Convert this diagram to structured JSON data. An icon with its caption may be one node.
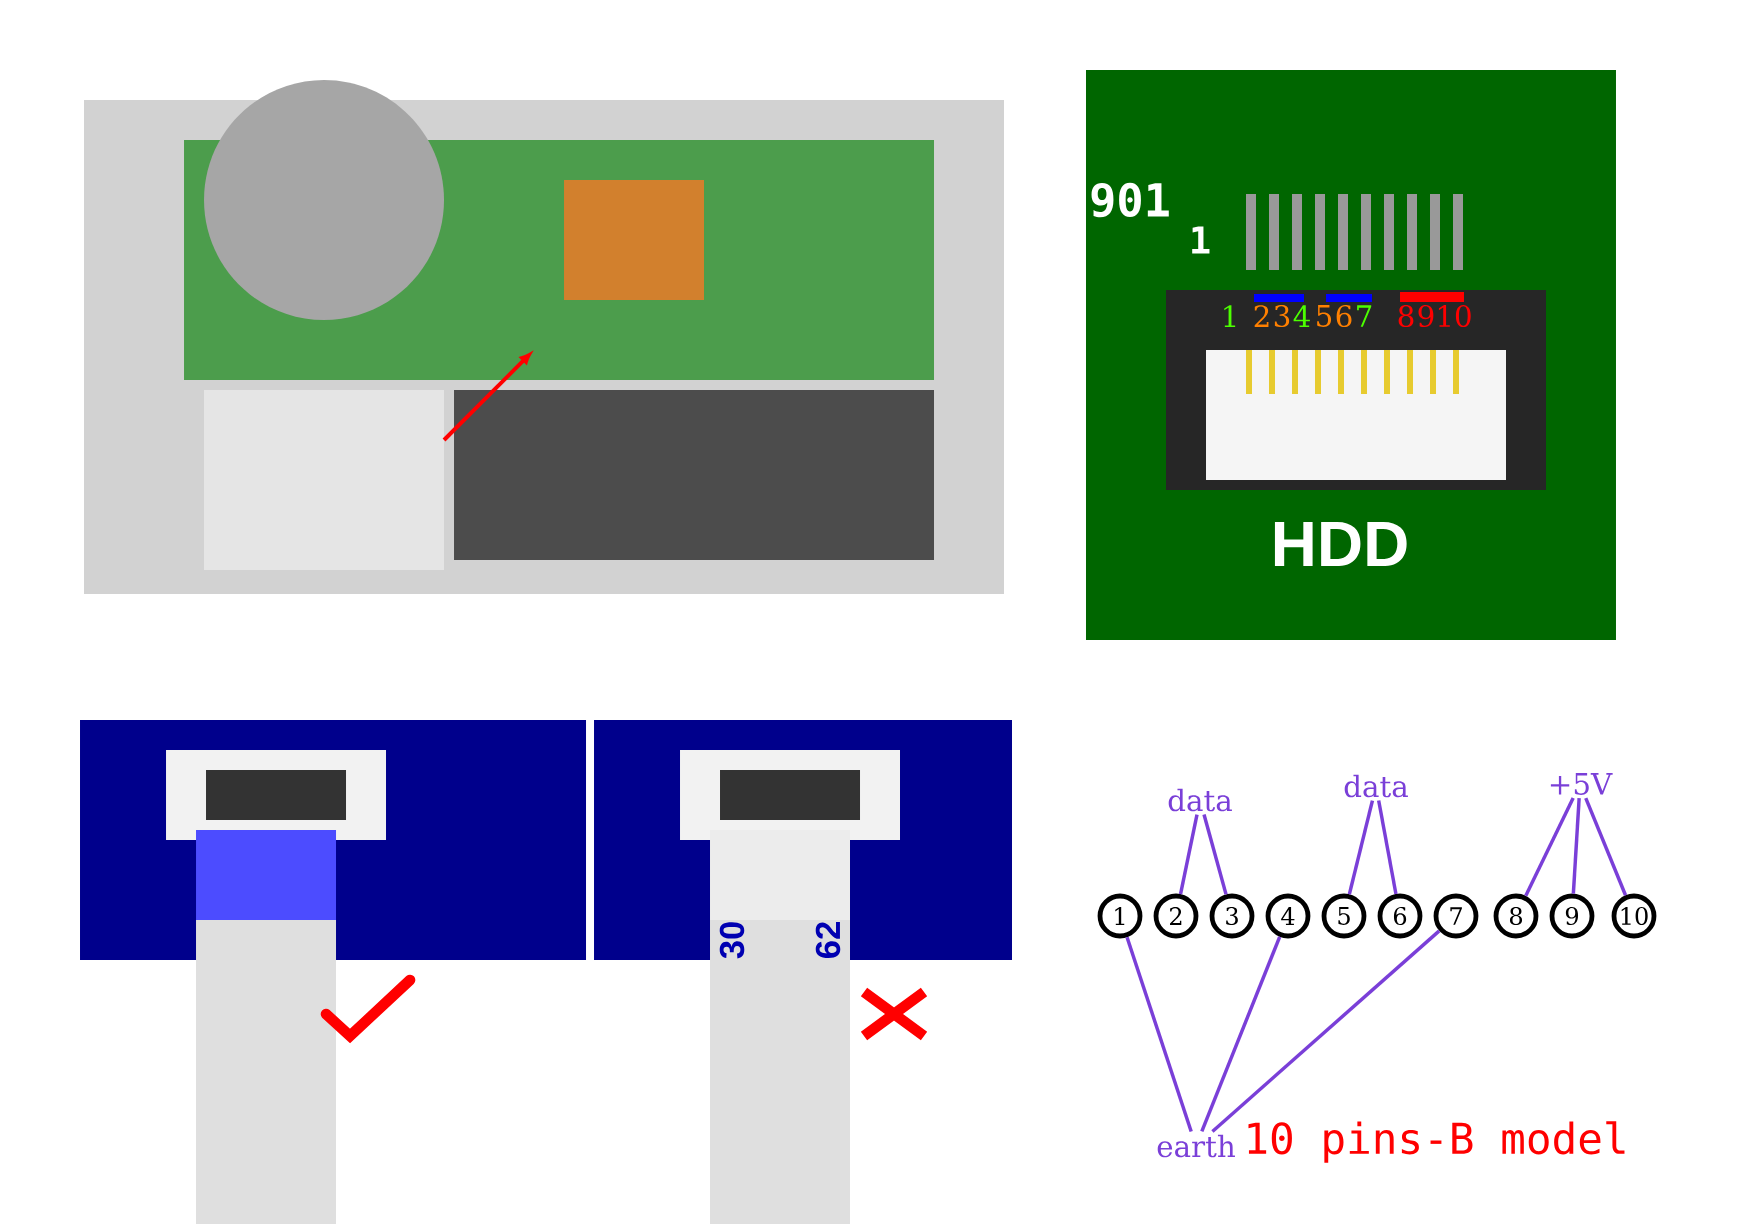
{
  "diagram": {
    "nodes": [
      {
        "text": [],
        "shape": "picture"
      },
      {
        "text": [],
        "shape": "picture"
      },
      {
        "text": [],
        "shape": "picture"
      },
      {
        "text": [],
        "shape": "picture"
      },
      {
        "text": [
          "data"
        ]
      },
      {
        "text": [
          "data"
        ]
      },
      {
        "text": [
          "+5V"
        ]
      },
      {
        "text": [
          "1"
        ]
      },
      {
        "text": [
          "2"
        ]
      },
      {
        "text": [
          "3"
        ]
      },
      {
        "text": [
          "4"
        ]
      },
      {
        "text": [
          "5"
        ]
      },
      {
        "text": [
          "6"
        ]
      },
      {
        "text": [
          "7"
        ]
      },
      {
        "text": [
          "8"
        ]
      },
      {
        "text": [
          "9"
        ]
      },
      {
        "text": [
          "10"
        ]
      },
      {
        "text": [
          "earth"
        ]
      }
    ],
    "edges": [
      {
        "from": 4,
        "to": 8,
        "arrow": "none"
      },
      {
        "from": 4,
        "to": 9,
        "arrow": "none"
      },
      {
        "from": 5,
        "to": 11,
        "arrow": "none"
      },
      {
        "from": 5,
        "to": 12,
        "arrow": "none"
      },
      {
        "from": 6,
        "to": 14,
        "arrow": "none"
      },
      {
        "from": 6,
        "to": 15,
        "arrow": "none"
      },
      {
        "from": 6,
        "to": 16,
        "arrow": "none"
      },
      {
        "from": 17,
        "to": 7,
        "arrow": "none"
      },
      {
        "from": 17,
        "to": 10,
        "arrow": "none"
      },
      {
        "from": 17,
        "to": 13,
        "arrow": "none"
      }
    ],
    "labels": [
      "901",
      "1",
      "1",
      "2",
      "3",
      "4",
      "5",
      "6",
      "7",
      "8",
      "9",
      "10",
      "HDD",
      "30",
      "62",
      "10 pins-B model"
    ]
  }
}
